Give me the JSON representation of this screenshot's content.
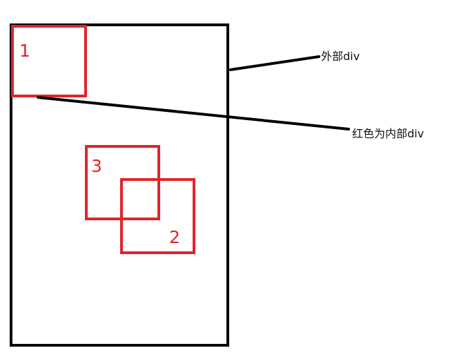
{
  "diagram": {
    "colors": {
      "outer_border": "#000000",
      "inner_border": "#e2232a",
      "label_text": "#111111",
      "number_text": "#e2232a",
      "background": "#ffffff"
    },
    "inner_boxes": [
      {
        "id": "1",
        "label": "1"
      },
      {
        "id": "2",
        "label": "2"
      },
      {
        "id": "3",
        "label": "3"
      }
    ],
    "callouts": {
      "outer": "外部div",
      "inner": "红色为内部div"
    }
  }
}
